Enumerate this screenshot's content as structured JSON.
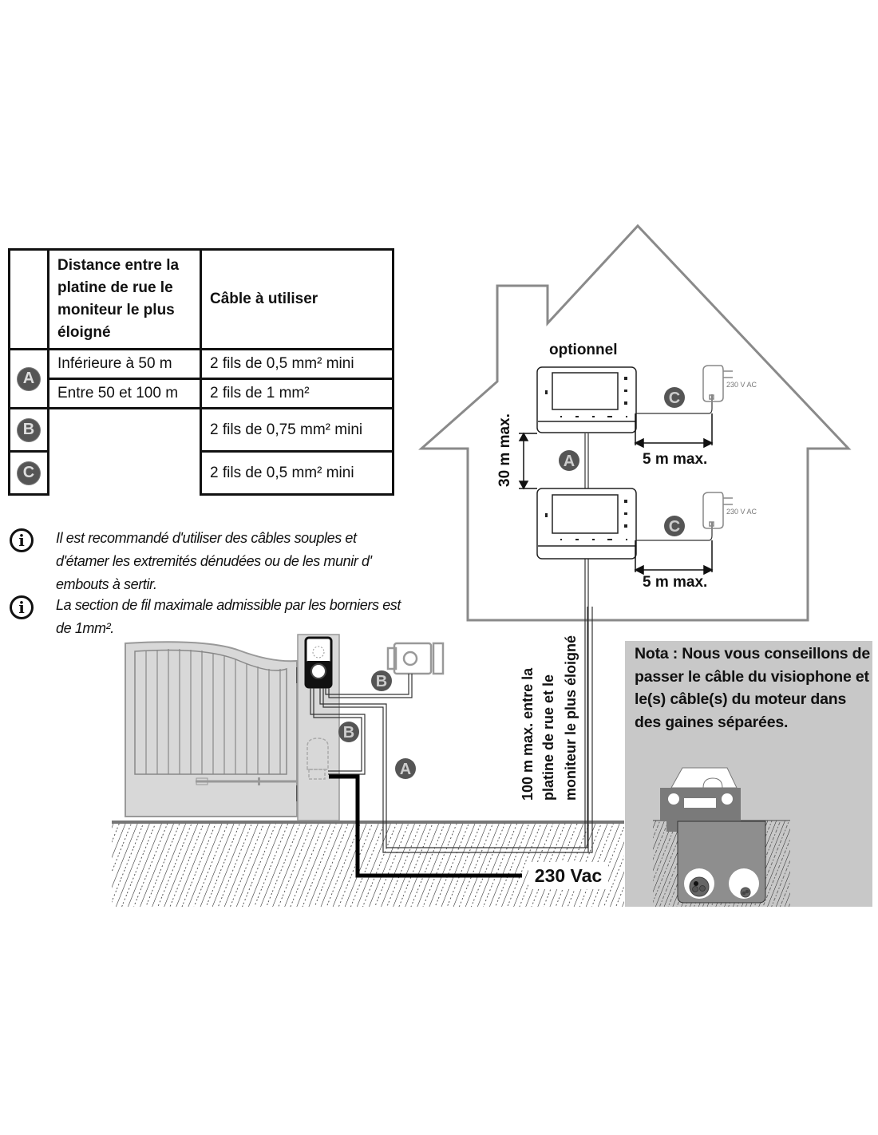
{
  "table": {
    "header": {
      "distance": "Distance entre la platine de rue le moniteur le plus éloigné",
      "cable": "Câble à utiliser"
    },
    "rows": [
      {
        "letter": "A",
        "distance": "Inférieure à 50 m",
        "cable": "2 fils de 0,5 mm² mini"
      },
      {
        "letter": "",
        "distance": "Entre 50 et 100 m",
        "cable": "2 fils de 1 mm²"
      },
      {
        "letter": "B",
        "distance": "",
        "cable": "2 fils de 0,75 mm² mini"
      },
      {
        "letter": "C",
        "distance": "",
        "cable": "2 fils de 0,5 mm² mini"
      }
    ]
  },
  "notes": [
    {
      "icon": "info-icon",
      "text": "Il est recommandé d'utiliser des câbles souples et d'étamer les extremités dénudées ou de les munir d' embouts à sertir."
    },
    {
      "icon": "info-icon",
      "text": "La section de fil maximale admissible par les borniers est de 1mm²."
    }
  ],
  "diagram": {
    "optional_label": "optionnel",
    "vertical_distance": "30 m max.",
    "power_distance_1": "5 m max.",
    "power_distance_2": "5 m max.",
    "adapter_label_1": "230 V AC",
    "adapter_label_2": "230 V AC",
    "badge_a_house": "A",
    "badge_c_top": "C",
    "badge_c_bottom": "C",
    "badge_b_lock": "B",
    "badge_b_motor": "B",
    "badge_a_outdoor": "A",
    "long_distance_line1": "100 m max. entre la",
    "long_distance_line2": "platine de rue et le",
    "long_distance_line3": "moniteur le plus éloigné",
    "mains_label": "230 Vac"
  },
  "nota": {
    "text": "Nota : Nous vous conseillons de passer le câble du visiophone et le(s) câble(s) du moteur dans des gaines séparées."
  },
  "colors": {
    "badge": "#555555",
    "house_outline": "#8a8a8a",
    "gate_fill": "#d8d8d8",
    "nota_bg": "#c8c8c8",
    "car": "#7a7a7a"
  }
}
